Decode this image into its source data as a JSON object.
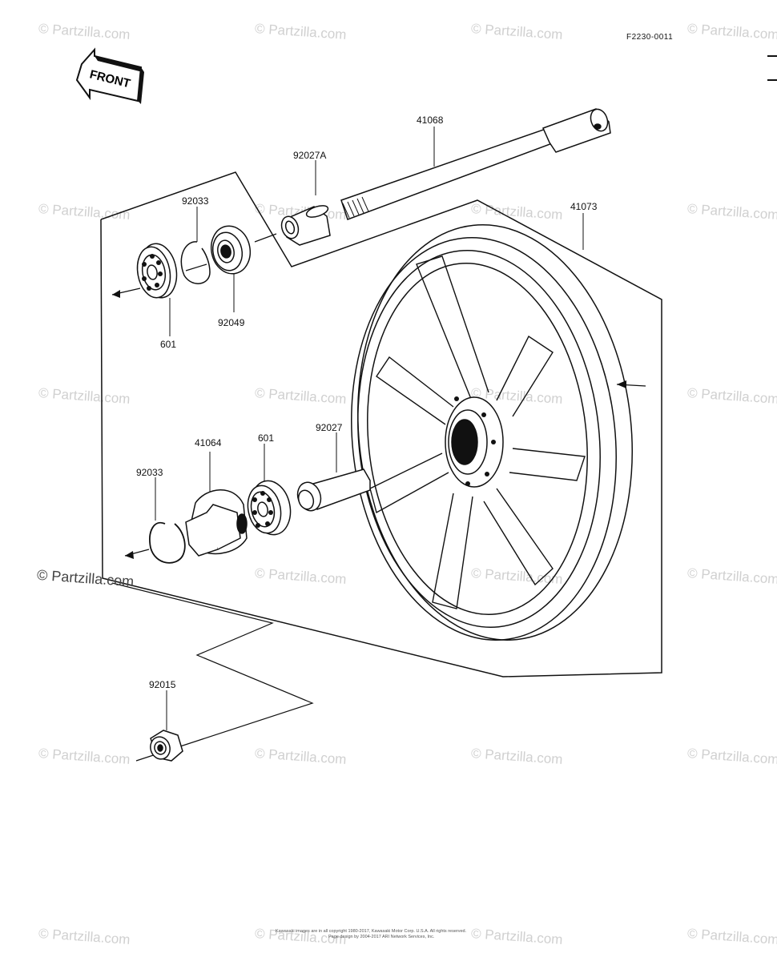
{
  "diagram": {
    "code": "F2230-0011",
    "front_label": "FRONT",
    "parts": [
      {
        "number": "41068"
      },
      {
        "number": "92027A"
      },
      {
        "number": "92033"
      },
      {
        "number": "41073"
      },
      {
        "number": "601"
      },
      {
        "number": "92049"
      },
      {
        "number": "41064"
      },
      {
        "number": "601"
      },
      {
        "number": "92027"
      },
      {
        "number": "92033"
      },
      {
        "number": "92015"
      }
    ]
  },
  "watermark": {
    "text": "Partzilla.com",
    "symbol": "©",
    "main_text": "© Partzilla.com"
  },
  "footer": {
    "line1": "Kawasaki images are in all copyright 1980-2017, Kawasaki Motor Corp. U.S.A. All rights reserved.",
    "line2": "Page design by 2004-2017 ARI Network Services, Inc."
  }
}
